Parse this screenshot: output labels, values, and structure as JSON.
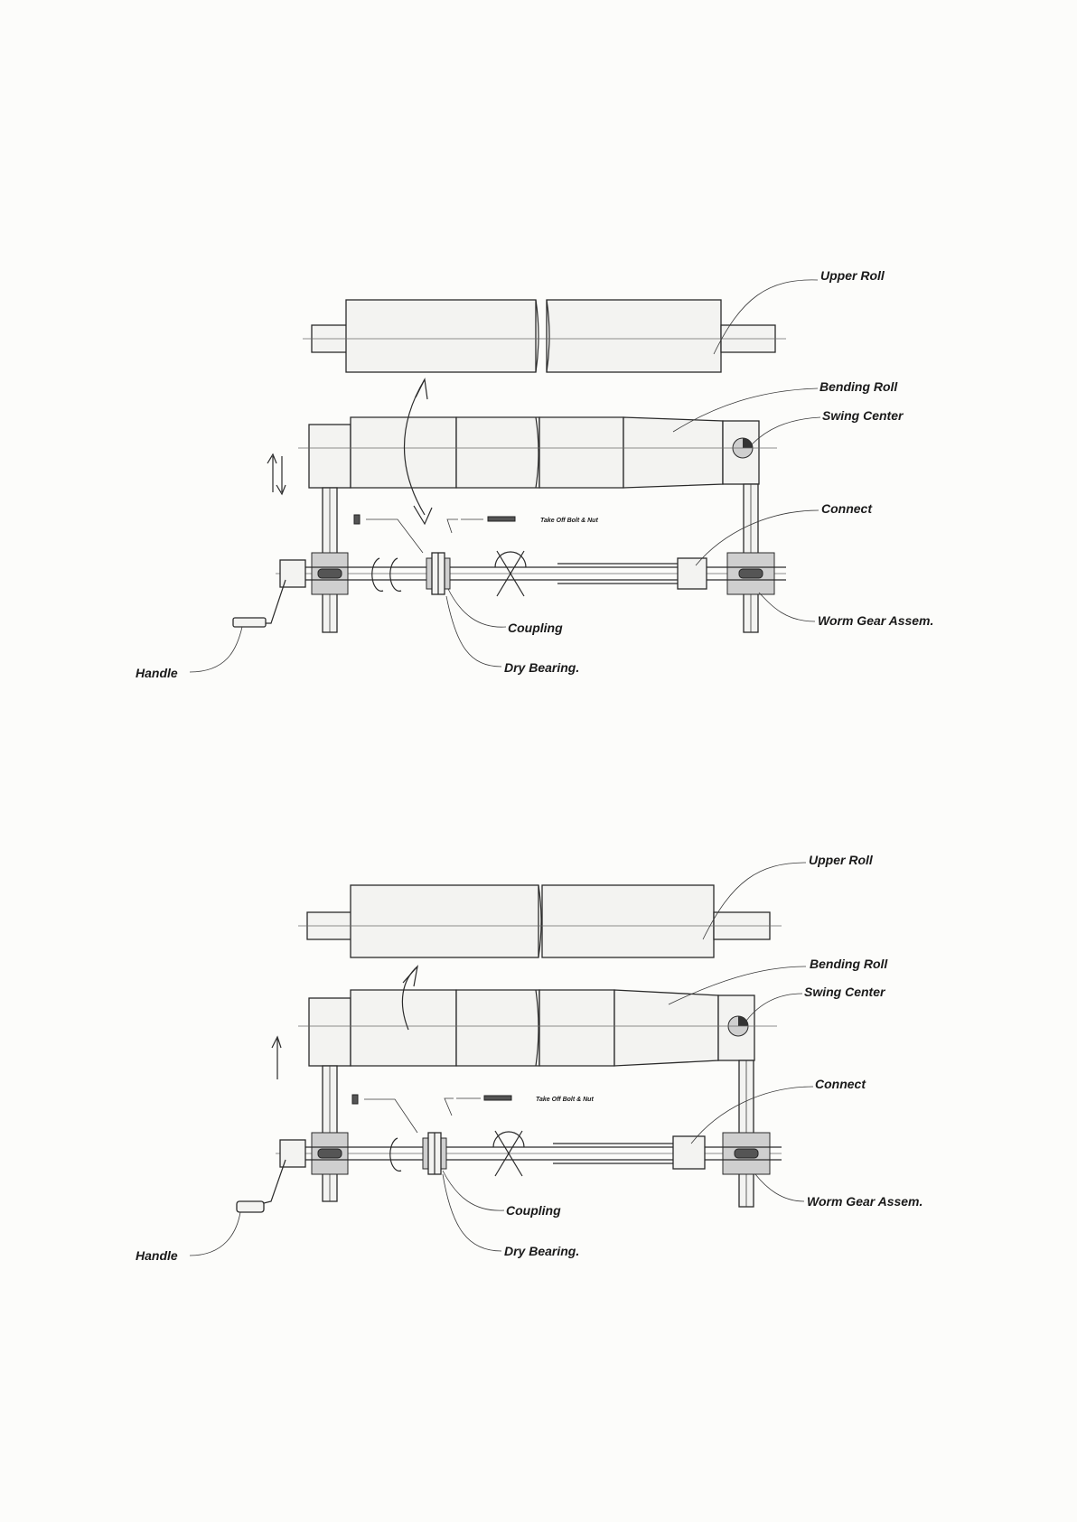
{
  "diagrams": [
    {
      "labels": {
        "upper_roll": "Upper Roll",
        "bending_roll": "Bending Roll",
        "swing_center": "Swing Center",
        "connect": "Connect",
        "take_off": "Take Off Bolt & Nut",
        "coupling": "Coupling",
        "worm_gear": "Worm Gear Assem.",
        "dry_bearing": "Dry Bearing.",
        "handle": "Handle"
      }
    },
    {
      "labels": {
        "upper_roll": "Upper Roll",
        "bending_roll": "Bending Roll",
        "swing_center": "Swing Center",
        "connect": "Connect",
        "take_off": "Take Off Bolt & Nut",
        "coupling": "Coupling",
        "worm_gear": "Worm Gear Assem.",
        "dry_bearing": "Dry Bearing.",
        "handle": "Handle"
      }
    }
  ]
}
